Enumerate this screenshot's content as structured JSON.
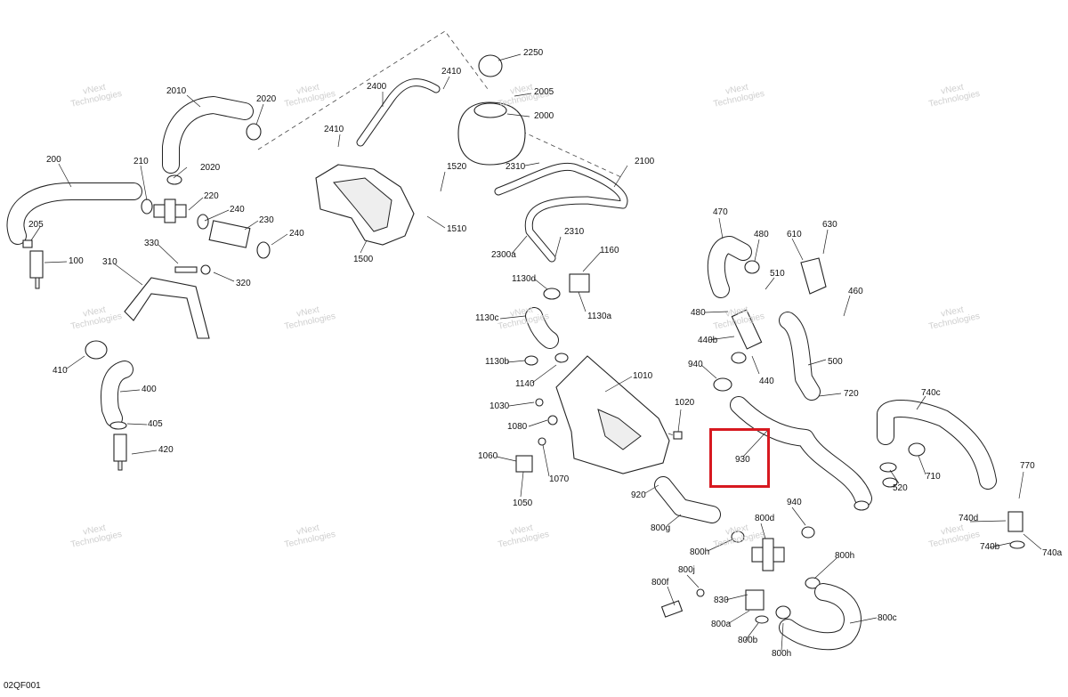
{
  "diagram": {
    "code": "02QF001",
    "watermark_line1": "vNext",
    "watermark_line2": "Technologies",
    "highlight_color": "#d71920",
    "highlighted_part": "930",
    "labels": [
      "2250",
      "2410",
      "2005",
      "2400",
      "2010",
      "2020",
      "2000",
      "2410",
      "2310",
      "2100",
      "200",
      "210",
      "2020",
      "220",
      "240",
      "1520",
      "1500",
      "1510",
      "230",
      "240",
      "205",
      "100",
      "330",
      "310",
      "320",
      "410",
      "400",
      "405",
      "420",
      "2300a",
      "2310",
      "1160",
      "1130d",
      "1130a",
      "1130c",
      "1130b",
      "1140",
      "1010",
      "1030",
      "1080",
      "1020",
      "1060",
      "1070",
      "1050",
      "920",
      "800g",
      "470",
      "480",
      "610",
      "630",
      "510",
      "460",
      "480",
      "440b",
      "440",
      "500",
      "940",
      "720",
      "740c",
      "930",
      "520",
      "710",
      "770",
      "940",
      "800d",
      "800h",
      "800j",
      "800f",
      "830",
      "800h",
      "800c",
      "740d",
      "740b",
      "740a",
      "800a",
      "800b",
      "800h"
    ]
  }
}
